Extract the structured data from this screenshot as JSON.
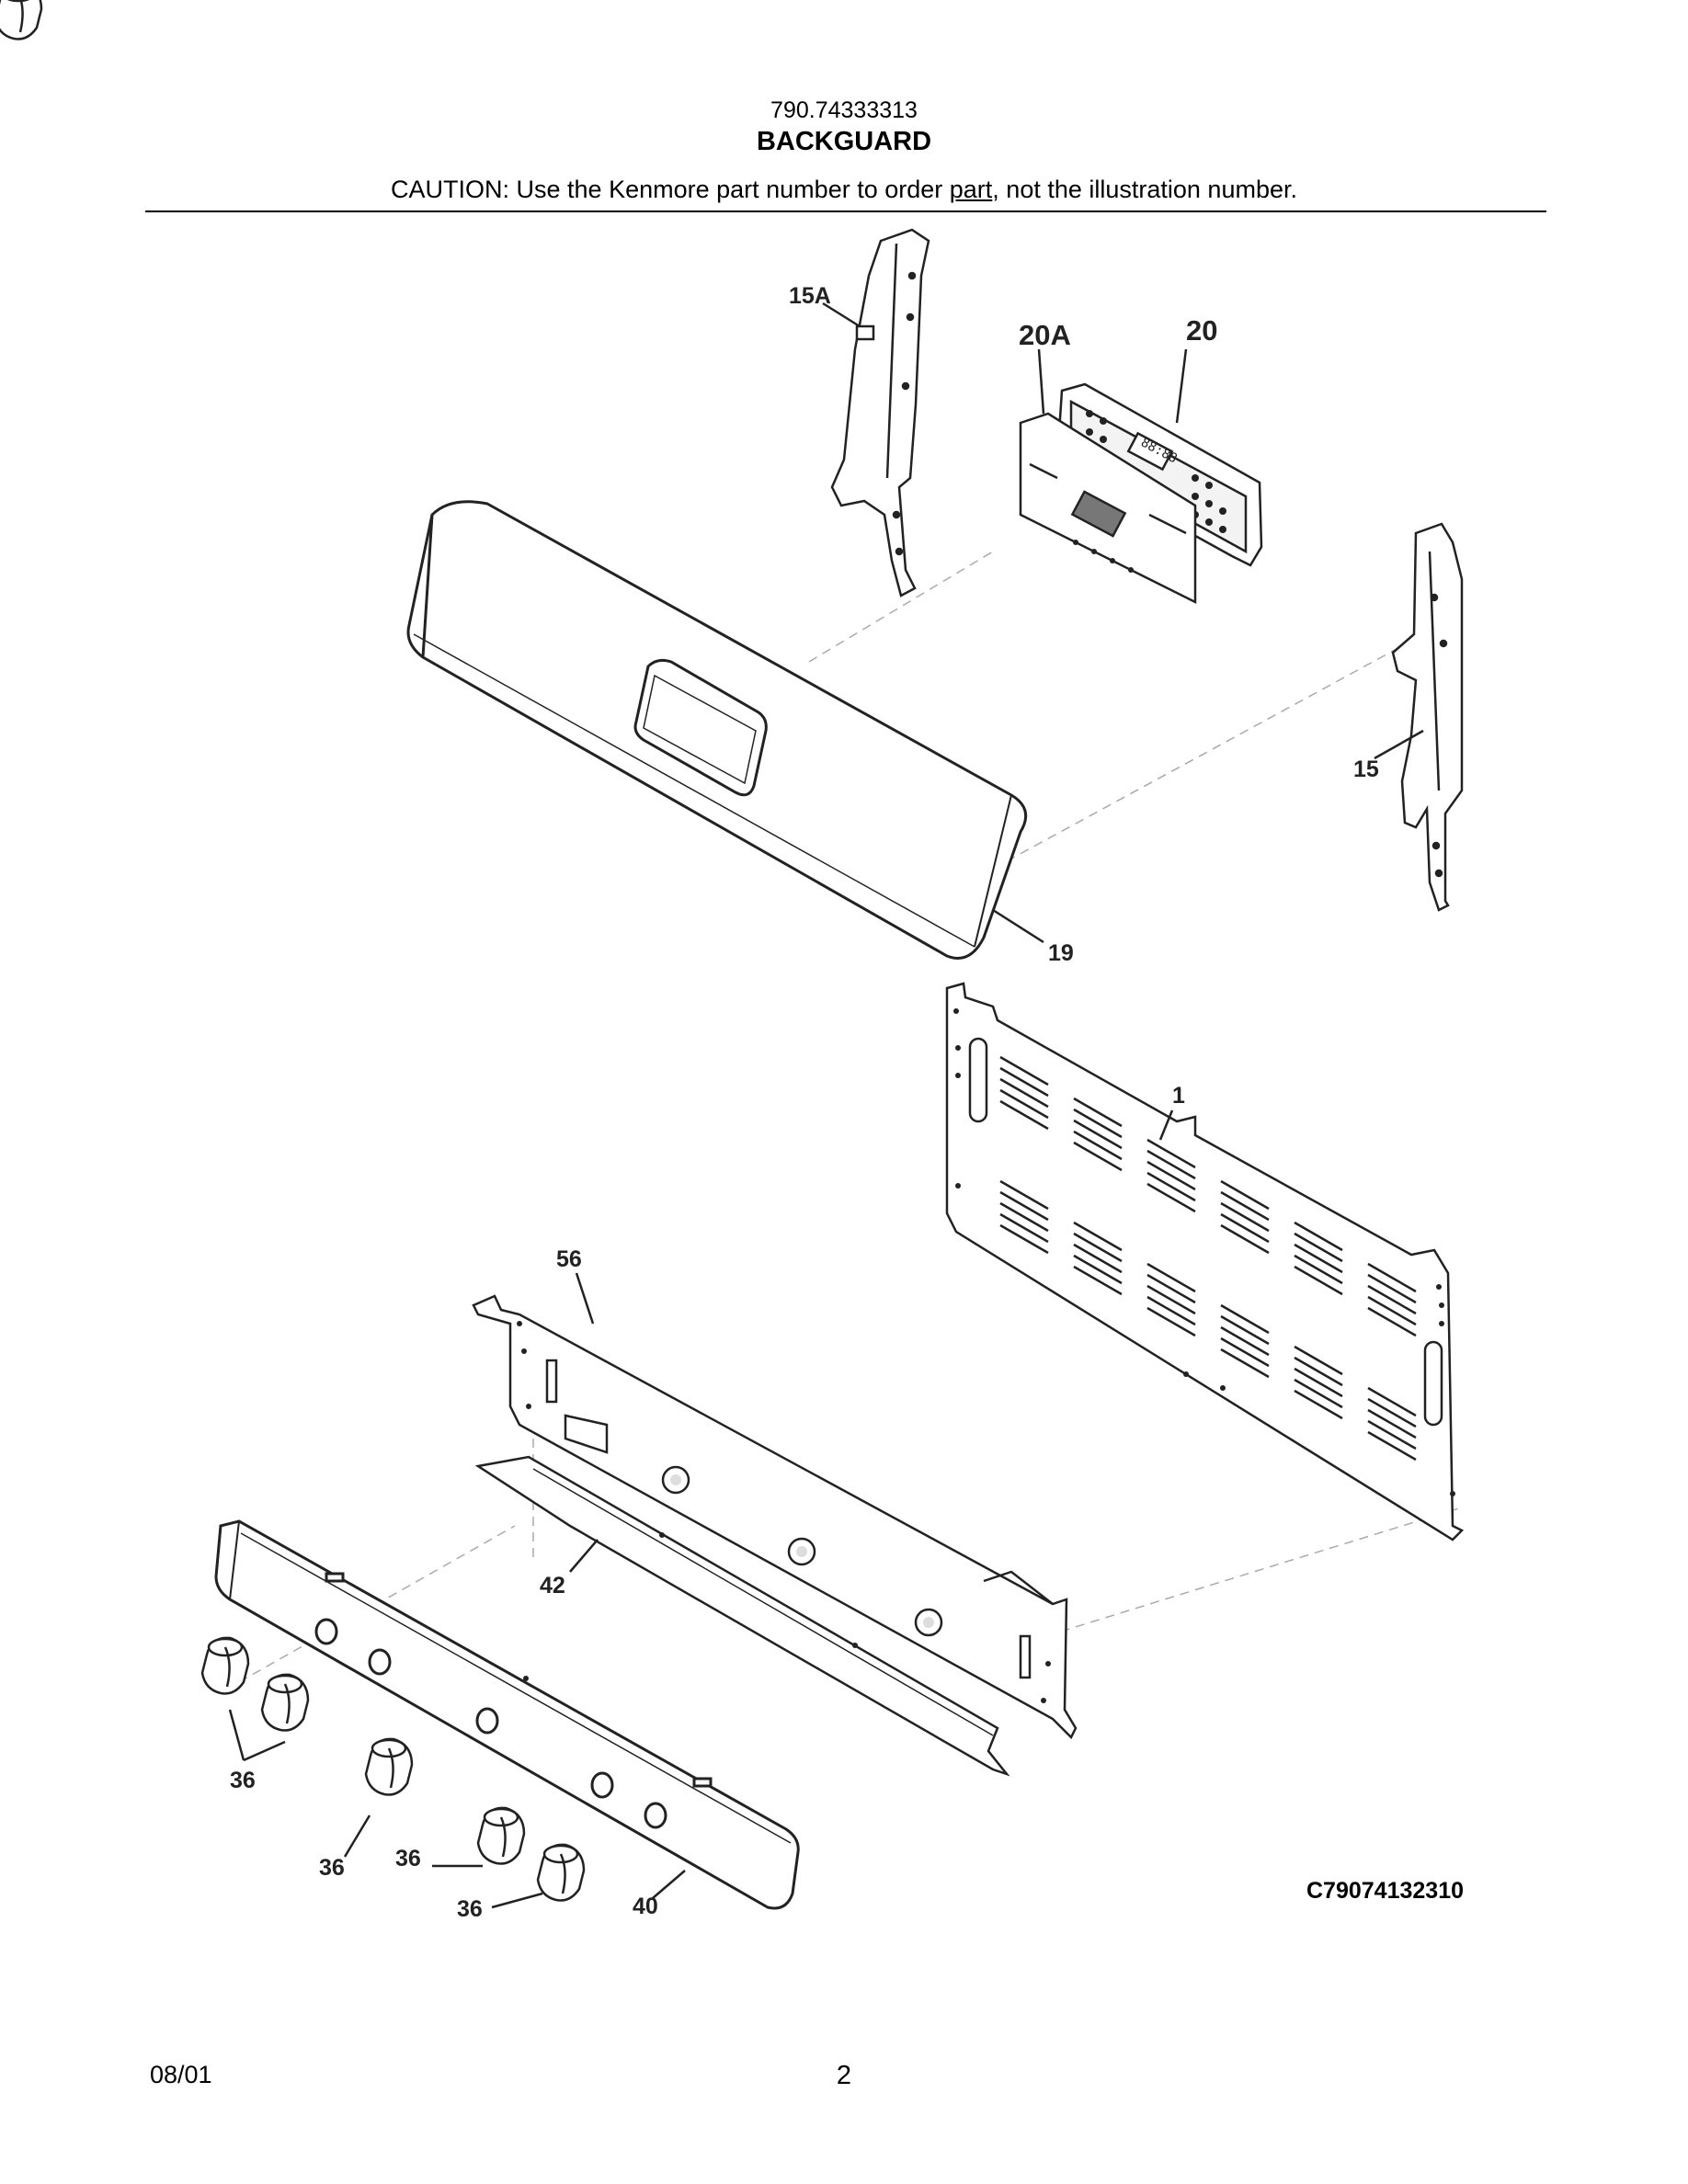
{
  "header": {
    "model_number": "790.74333313",
    "section_title": "BACKGUARD",
    "caution_before": "CAUTION: Use the Kenmore part number to order ",
    "caution_link": "part",
    "caution_after": ", not the illustration number."
  },
  "callouts": {
    "c15A": "15A",
    "c20A": "20A",
    "c20": "20",
    "c15": "15",
    "c19": "19",
    "c1": "1",
    "c56": "56",
    "c42": "42",
    "c36a": "36",
    "c36b": "36",
    "c36c": "36",
    "c36d": "36",
    "c40": "40"
  },
  "display_readout": "88:88",
  "drawing_code": "C79074132310",
  "footer": {
    "date": "08/01",
    "page": "2"
  }
}
